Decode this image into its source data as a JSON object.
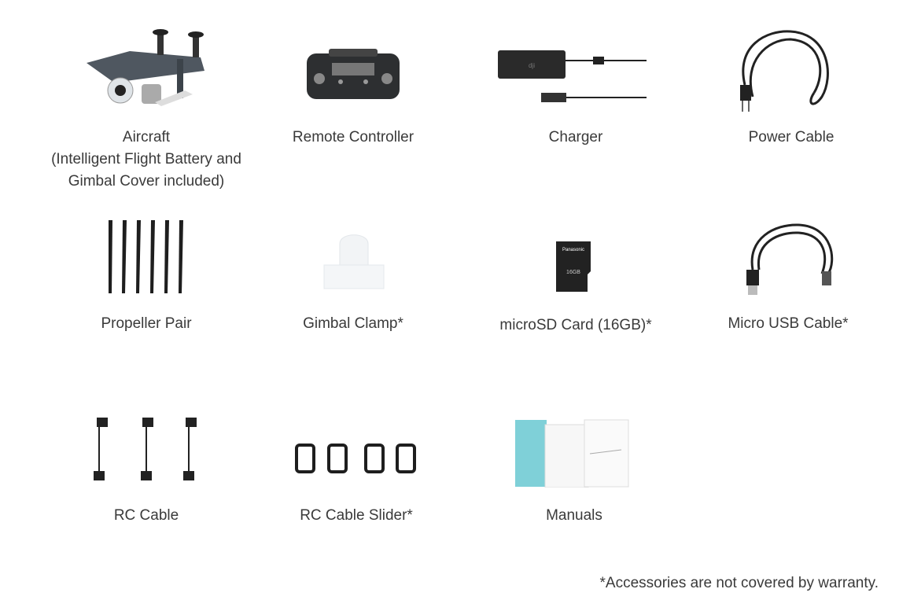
{
  "items": [
    {
      "label": "Aircraft",
      "sub1": "(Intelligent Flight Battery and",
      "sub2": "Gimbal Cover included)",
      "icon": "aircraft-icon"
    },
    {
      "label": "Remote Controller",
      "icon": "remote-controller-icon"
    },
    {
      "label": "Charger",
      "icon": "charger-icon"
    },
    {
      "label": "Power Cable",
      "icon": "power-cable-icon"
    },
    {
      "label": "Propeller Pair",
      "icon": "propeller-icon"
    },
    {
      "label": "Gimbal Clamp*",
      "icon": "gimbal-clamp-icon"
    },
    {
      "label": "microSD Card (16GB)*",
      "icon": "microsd-card-icon",
      "card_brand": "Panasonic",
      "card_size": "16GB"
    },
    {
      "label": "Micro USB Cable*",
      "icon": "usb-cable-icon"
    },
    {
      "label": "RC Cable",
      "icon": "rc-cable-icon"
    },
    {
      "label": "RC Cable Slider*",
      "icon": "rc-cable-slider-icon"
    },
    {
      "label": "Manuals",
      "icon": "manuals-icon"
    }
  ],
  "footnote": "*Accessories are not covered by warranty."
}
